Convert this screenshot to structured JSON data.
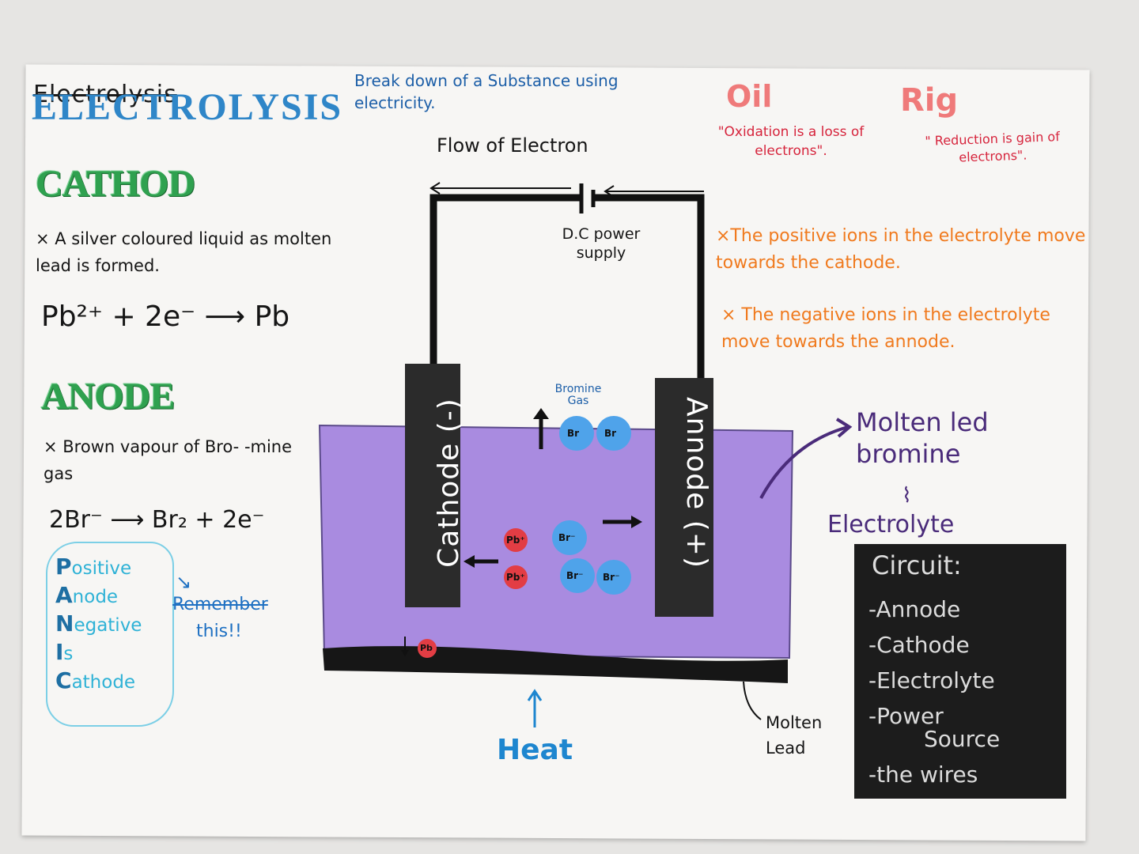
{
  "title": {
    "struck": "Electrolysis",
    "main": "ELECTROLYSIS",
    "definition": "Break down of a Substance using electricity."
  },
  "mnemonics": {
    "oil": "Oil",
    "oil_def": "\"Oxidation is a loss of electrons\".",
    "rig": "Rig",
    "rig_def": "\" Reduction is gain of electrons\"."
  },
  "cathode": {
    "heading": "CATHOD",
    "note": "× A silver coloured liquid as molten lead is formed.",
    "equation": "Pb²⁺ + 2e⁻ ⟶ Pb"
  },
  "anode": {
    "heading": "ANODE",
    "note": "× Brown vapour of Bro- -mine gas",
    "equation": "2Br⁻ ⟶ Br₂ + 2e⁻"
  },
  "panic": {
    "lines": [
      {
        "initial": "P",
        "rest": "ositive"
      },
      {
        "initial": "A",
        "rest": "node"
      },
      {
        "initial": "N",
        "rest": "egative"
      },
      {
        "initial": "I",
        "rest": "s"
      },
      {
        "initial": "C",
        "rest": "athode"
      }
    ],
    "remember_line1": "Remember",
    "remember_line2": "this!!"
  },
  "diagram": {
    "flow_label": "Flow of Electron",
    "power_label": "D.C power supply",
    "cathode_label": "Cathode (-)",
    "anode_label": "Annode (+)",
    "bromine_gas": "Bromine Gas",
    "ion_br": "Br",
    "ion_br_minus": "Br⁻",
    "ion_pb_plus": "Pb⁺",
    "ion_pb": "Pb",
    "electrolyte_color": "#a98be0",
    "molten_led": "Molten led bromine",
    "electrolyte": "Electrolyte",
    "molten_lead": "Molten Lead",
    "heat": "Heat"
  },
  "ion_notes": {
    "positive": "×The positive ions in the electrolyte move towards the cathode.",
    "negative": "× The negative ions in the electrolyte move towards the annode."
  },
  "circuit": {
    "title": "Circuit:",
    "items": [
      "-Annode",
      "-Cathode",
      "-Electrolyte",
      "-Power",
      "Source",
      "-the wires"
    ]
  }
}
